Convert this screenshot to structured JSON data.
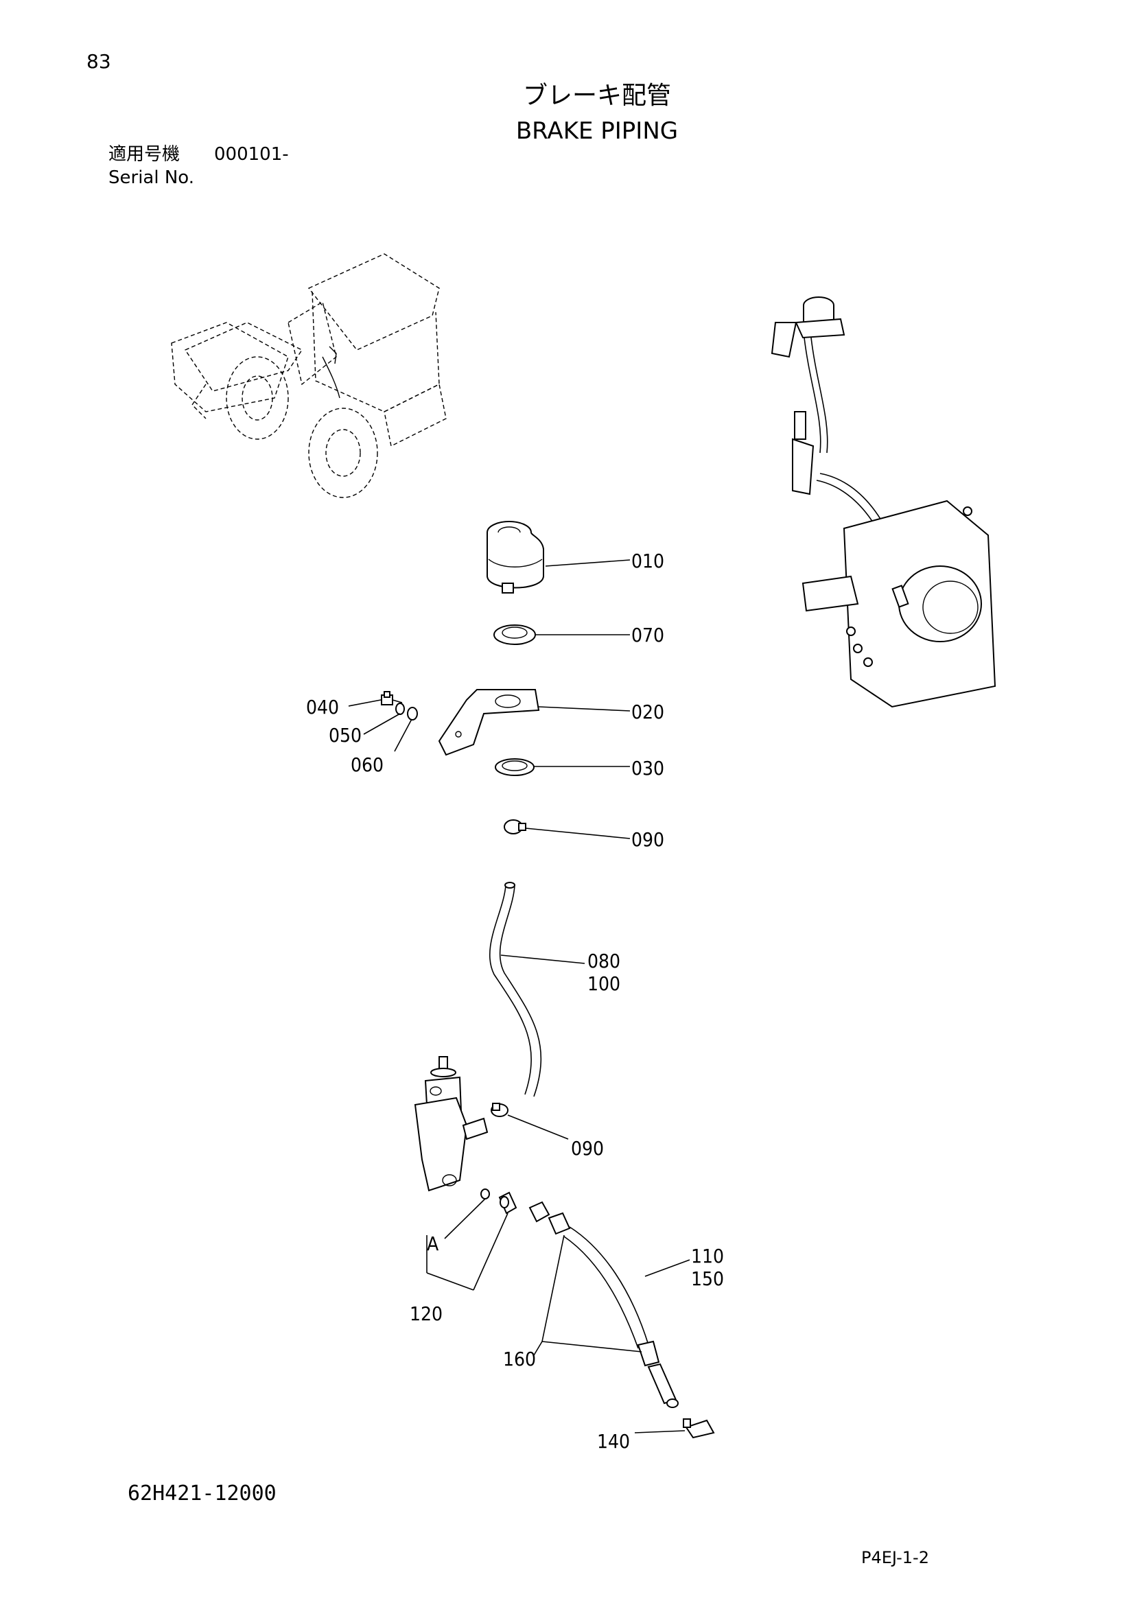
{
  "page_number": "83",
  "title_jp": "ブレーキ配管",
  "title_en": "BRAKE PIPING",
  "serial": {
    "label_jp": "適用号機",
    "value": "000101-",
    "label_en": "Serial No."
  },
  "callouts": {
    "p010": "010",
    "p070": "070",
    "p040": "040",
    "p050": "050",
    "p060": "060",
    "p020": "020",
    "p030": "030",
    "p090a": "090",
    "p080": "080",
    "p100": "100",
    "p090b": "090",
    "pA": "A",
    "p120": "120",
    "p110": "110",
    "p150": "150",
    "p160": "160",
    "p140": "140"
  },
  "footer": {
    "drawing_number": "62H421-12000",
    "page_code": "P4EJ-1-2"
  }
}
